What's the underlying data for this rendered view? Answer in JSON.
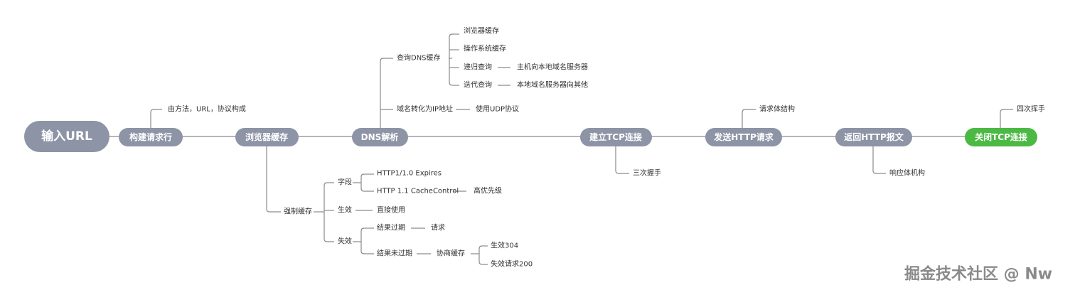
{
  "colors": {
    "node": "#8d94a6",
    "node_end": "#4cb944",
    "line": "#8a8a8a",
    "text": "#333333"
  },
  "nodes": {
    "root": "输入URL",
    "build": "构建请求行",
    "cache": "浏览器缓存",
    "dns": "DNS解析",
    "tcp": "建立TCP连接",
    "send": "发送HTTP请求",
    "resp": "返回HTTP报文",
    "close": "关闭TCP连接"
  },
  "leaves": {
    "build_desc": "由方法，URL，协议构成",
    "dns_query": "查询DNS缓存",
    "dns_browser": "浏览器缓存",
    "dns_os": "操作系统缓存",
    "dns_recursive": "递归查询",
    "dns_recursive_desc": "主机向本地域名服务器",
    "dns_iterative": "迭代查询",
    "dns_iterative_desc": "本地域名服务器向其他",
    "dns_convert": "域名转化为IP地址",
    "dns_udp": "使用UDP协议",
    "cache_strong": "强制缓存",
    "field": "字段",
    "http10": "HTTP1/1.0 Expires",
    "http11": "HTTP 1.1 CacheControl",
    "priority": "高优先级",
    "effective": "生效",
    "use_direct": "直接使用",
    "invalid": "失效",
    "expired": "结果过期",
    "request": "请求",
    "not_expired": "结果未过期",
    "negotiate": "协商缓存",
    "ok304": "生效304",
    "fail200": "失效请求200",
    "tcp_handshake": "三次握手",
    "send_body": "请求体结构",
    "resp_body": "响应体机构",
    "close_wave": "四次挥手"
  },
  "watermark": "掘金技术社区 @ Nw"
}
